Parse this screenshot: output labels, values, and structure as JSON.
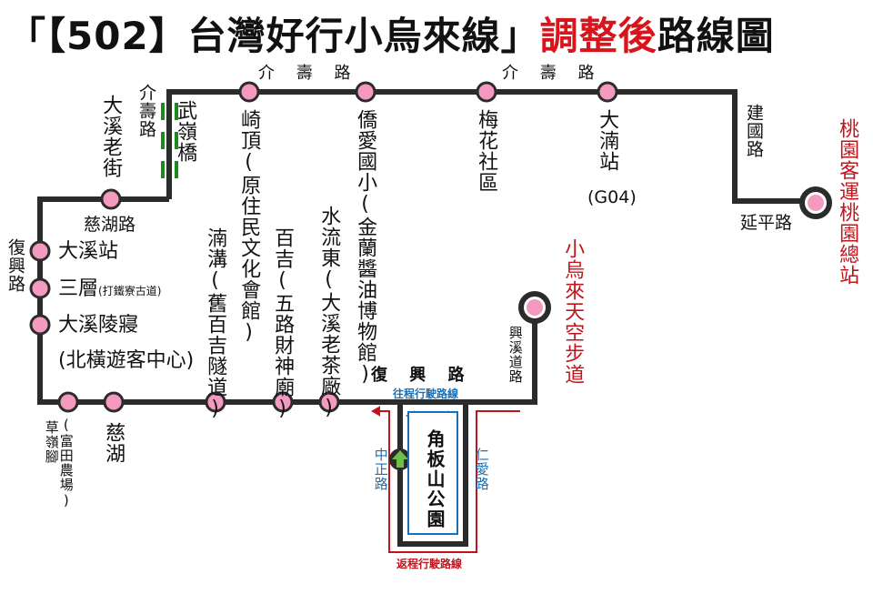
{
  "title": {
    "part1": "「【502】台灣好行小烏來線」",
    "part2": "調整後",
    "part3": "路線圖"
  },
  "colors": {
    "route": "#2b2b2b",
    "stop_fill": "#f49ac1",
    "terminal_ring": "#2b2b2b",
    "red_accent": "#c0151d",
    "blue_accent": "#1a6fb5",
    "dash_green": "#1e8a1e",
    "arrow_green": "#6cc04a"
  },
  "roads": {
    "jieshou_left": "介 壽 路",
    "jieshou_right": "介 壽 路",
    "jieshou_vertical": "介壽路",
    "jianguo": "建國路",
    "yanping": "延平路",
    "cihu": "慈湖路",
    "fuxing_left": "復興路",
    "fuxing_bottom": "復 興 路",
    "xingxi": "興溪道路",
    "zhongzheng": "中正路",
    "renai": "仁愛路"
  },
  "stops": {
    "wuling_bridge": "武嶺橋",
    "daxi_old_street": "大溪老街",
    "qiding": "崎頂(原住民文化會館)",
    "qiao_ai": "僑愛國小(金蘭醬油博物館)",
    "meihua": "梅花社區",
    "danan": "大湳站",
    "danan_code": "(G04)",
    "taoyuan_terminal": "桃園客運桃園總站",
    "daxi_station": "大溪站",
    "sanceng": "三層",
    "sanceng_note": "(打鐵寮古道)",
    "daxi_mausoleum": "大溪陵寢",
    "beiheng_center": "(北橫遊客中心)",
    "nangou": "湳溝(舊百吉隧道)",
    "baiji": "百吉(五路財神廟)",
    "shuiliu_east": "水流東(大溪老茶廠)",
    "caoling": "草嶺腳",
    "fudian_farm": "(富田農場)",
    "cihu": "慈湖",
    "jiaobanshan_park": "角板山公園",
    "xiaowulai_skywalk": "小烏來天空步道"
  },
  "legend": {
    "outbound": "往程行駛路線",
    "inbound": "返程行駛路線"
  }
}
